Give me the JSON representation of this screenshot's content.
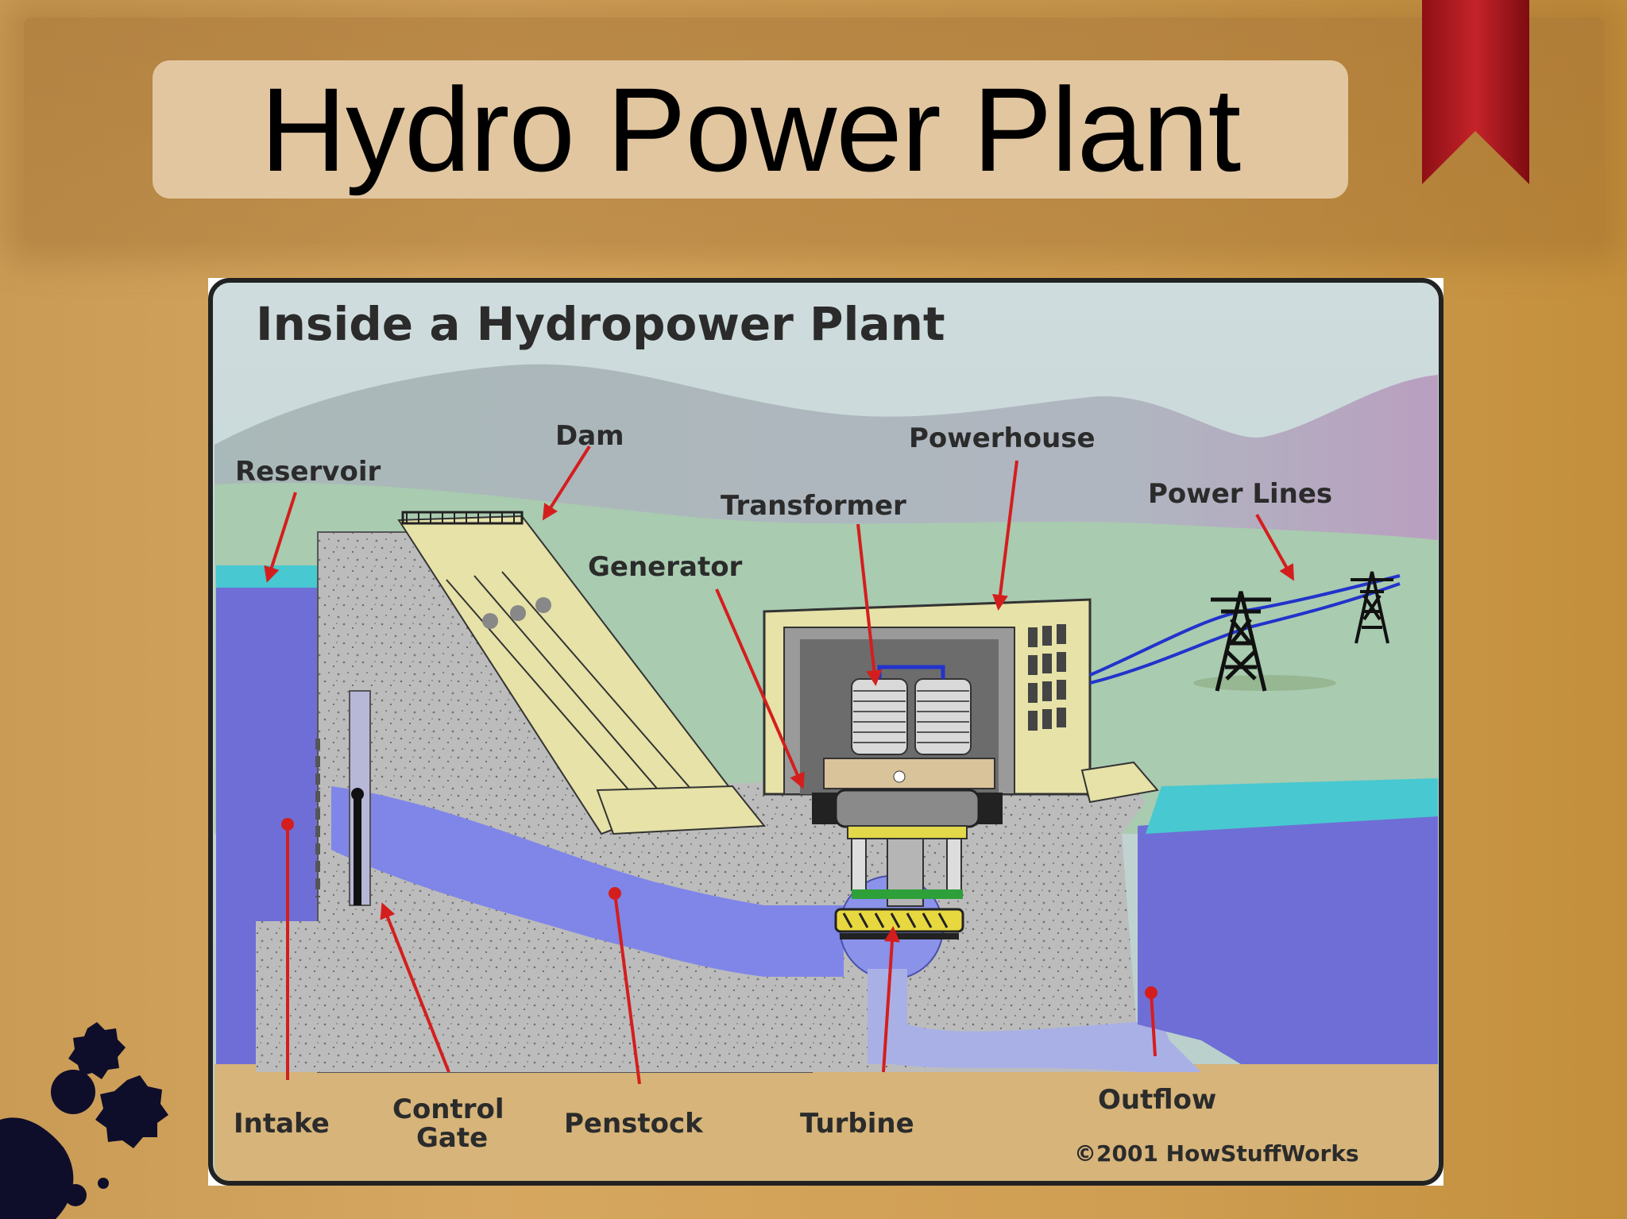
{
  "slide": {
    "title": "Hydro Power Plant"
  },
  "diagram": {
    "heading": "Inside a Hydropower Plant",
    "labels": {
      "reservoir": "Reservoir",
      "dam": "Dam",
      "powerhouse": "Powerhouse",
      "transformer": "Transformer",
      "generator": "Generator",
      "power_lines": "Power Lines",
      "intake": "Intake",
      "control_gate_line1": "Control",
      "control_gate_line2": "Gate",
      "penstock": "Penstock",
      "turbine": "Turbine",
      "outflow": "Outflow"
    },
    "copyright": "©2001 HowStuffWorks"
  },
  "colors": {
    "slide_background": "#d0a05a",
    "title_box": "#e2c6a0",
    "ribbon": "#a8161c",
    "water": "#6f6ed6",
    "water_surface": "#48c8d0",
    "concrete": "#bdbdbd",
    "ground": "#d6b47a",
    "sky": "#c9d7d9",
    "arrow": "#d41e1e"
  },
  "icons": [
    "bookmark-ribbon-icon",
    "ink-splatter-decoration"
  ]
}
